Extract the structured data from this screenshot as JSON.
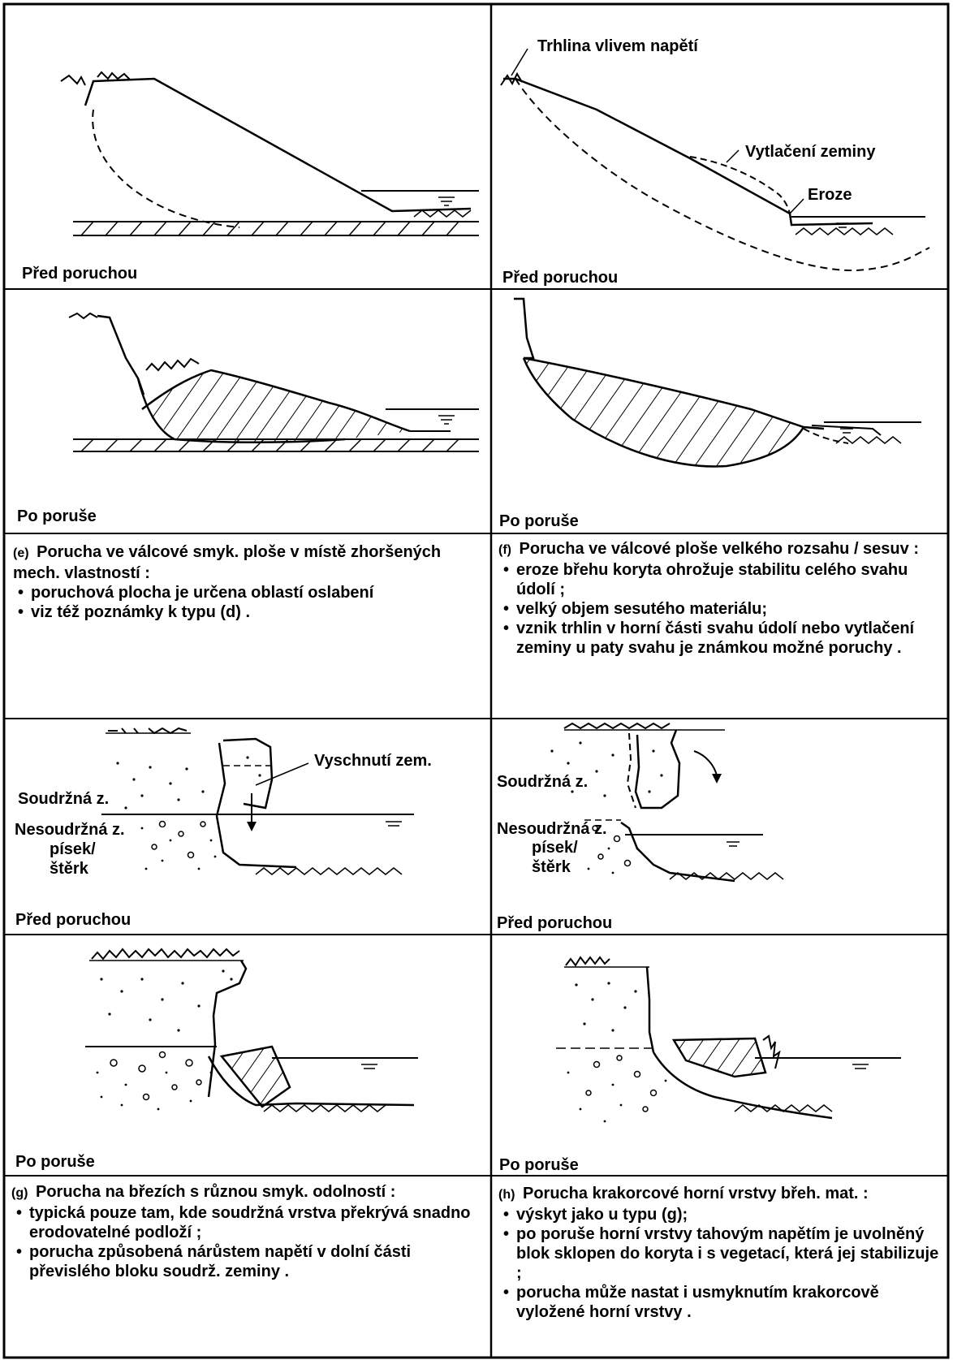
{
  "panels": {
    "e_before": {
      "caption": "Před poruchou"
    },
    "f_before": {
      "caption": "Před poruchou",
      "callouts": {
        "tension_crack": "Trhlina vlivem napětí",
        "soil_bulge": "Vytlačení zeminy",
        "erosion": "Eroze"
      }
    },
    "e_after": {
      "caption": "Po poruše"
    },
    "f_after": {
      "caption": "Po poruše"
    },
    "g_before": {
      "caption": "Před poruchou",
      "callout": "Vyschnutí zem.",
      "cohesive": "Soudržná z.",
      "noncohesive": [
        "Nesoudržná z.",
        "písek/",
        "štěrk"
      ]
    },
    "h_before": {
      "caption": "Před poruchou",
      "cohesive": "Soudržná z.",
      "noncohesive": [
        "Nesoudržná z.",
        "písek/",
        "štěrk"
      ]
    },
    "g_after": {
      "caption": "Po poruše"
    },
    "h_after": {
      "caption": "Po poruše"
    }
  },
  "descriptions": {
    "e": {
      "tag": "(e)",
      "heading": "Porucha ve válcové smyk. ploše v místě zhoršených mech. vlastností :",
      "bullets": [
        "poruchová plocha je určena oblastí oslabení",
        "viz též poznámky k typu (d) ."
      ]
    },
    "f": {
      "tag": "(f)",
      "heading": "Porucha ve válcové ploše velkého rozsahu / sesuv :",
      "bullets": [
        "eroze břehu koryta ohrožuje stabilitu celého svahu údolí ;",
        "velký objem sesutého materiálu;",
        "vznik trhlin v horní části svahu údolí nebo vytlačení zeminy u paty svahu je známkou možné poruchy ."
      ]
    },
    "g": {
      "tag": "(g)",
      "heading": "Porucha na březích s různou smyk. odolností :",
      "bullets": [
        "typická pouze tam, kde soudržná vrstva překrývá snadno erodovatelné podloží ;",
        "porucha způsobená nárůstem napětí v dolní části převislého bloku soudrž. zeminy ."
      ]
    },
    "h": {
      "tag": "(h)",
      "heading": "Porucha krakorcové horní vrstvy břeh. mat. :",
      "bullets": [
        "výskyt jako u typu (g);",
        "po poruše horní vrstvy tahovým napětím je uvolněný blok sklopen do koryta i s vegetací, která jej stabilizuje ;",
        "porucha může nastat i usmyknutím krakorcově vyložené horní vrstvy ."
      ]
    }
  }
}
